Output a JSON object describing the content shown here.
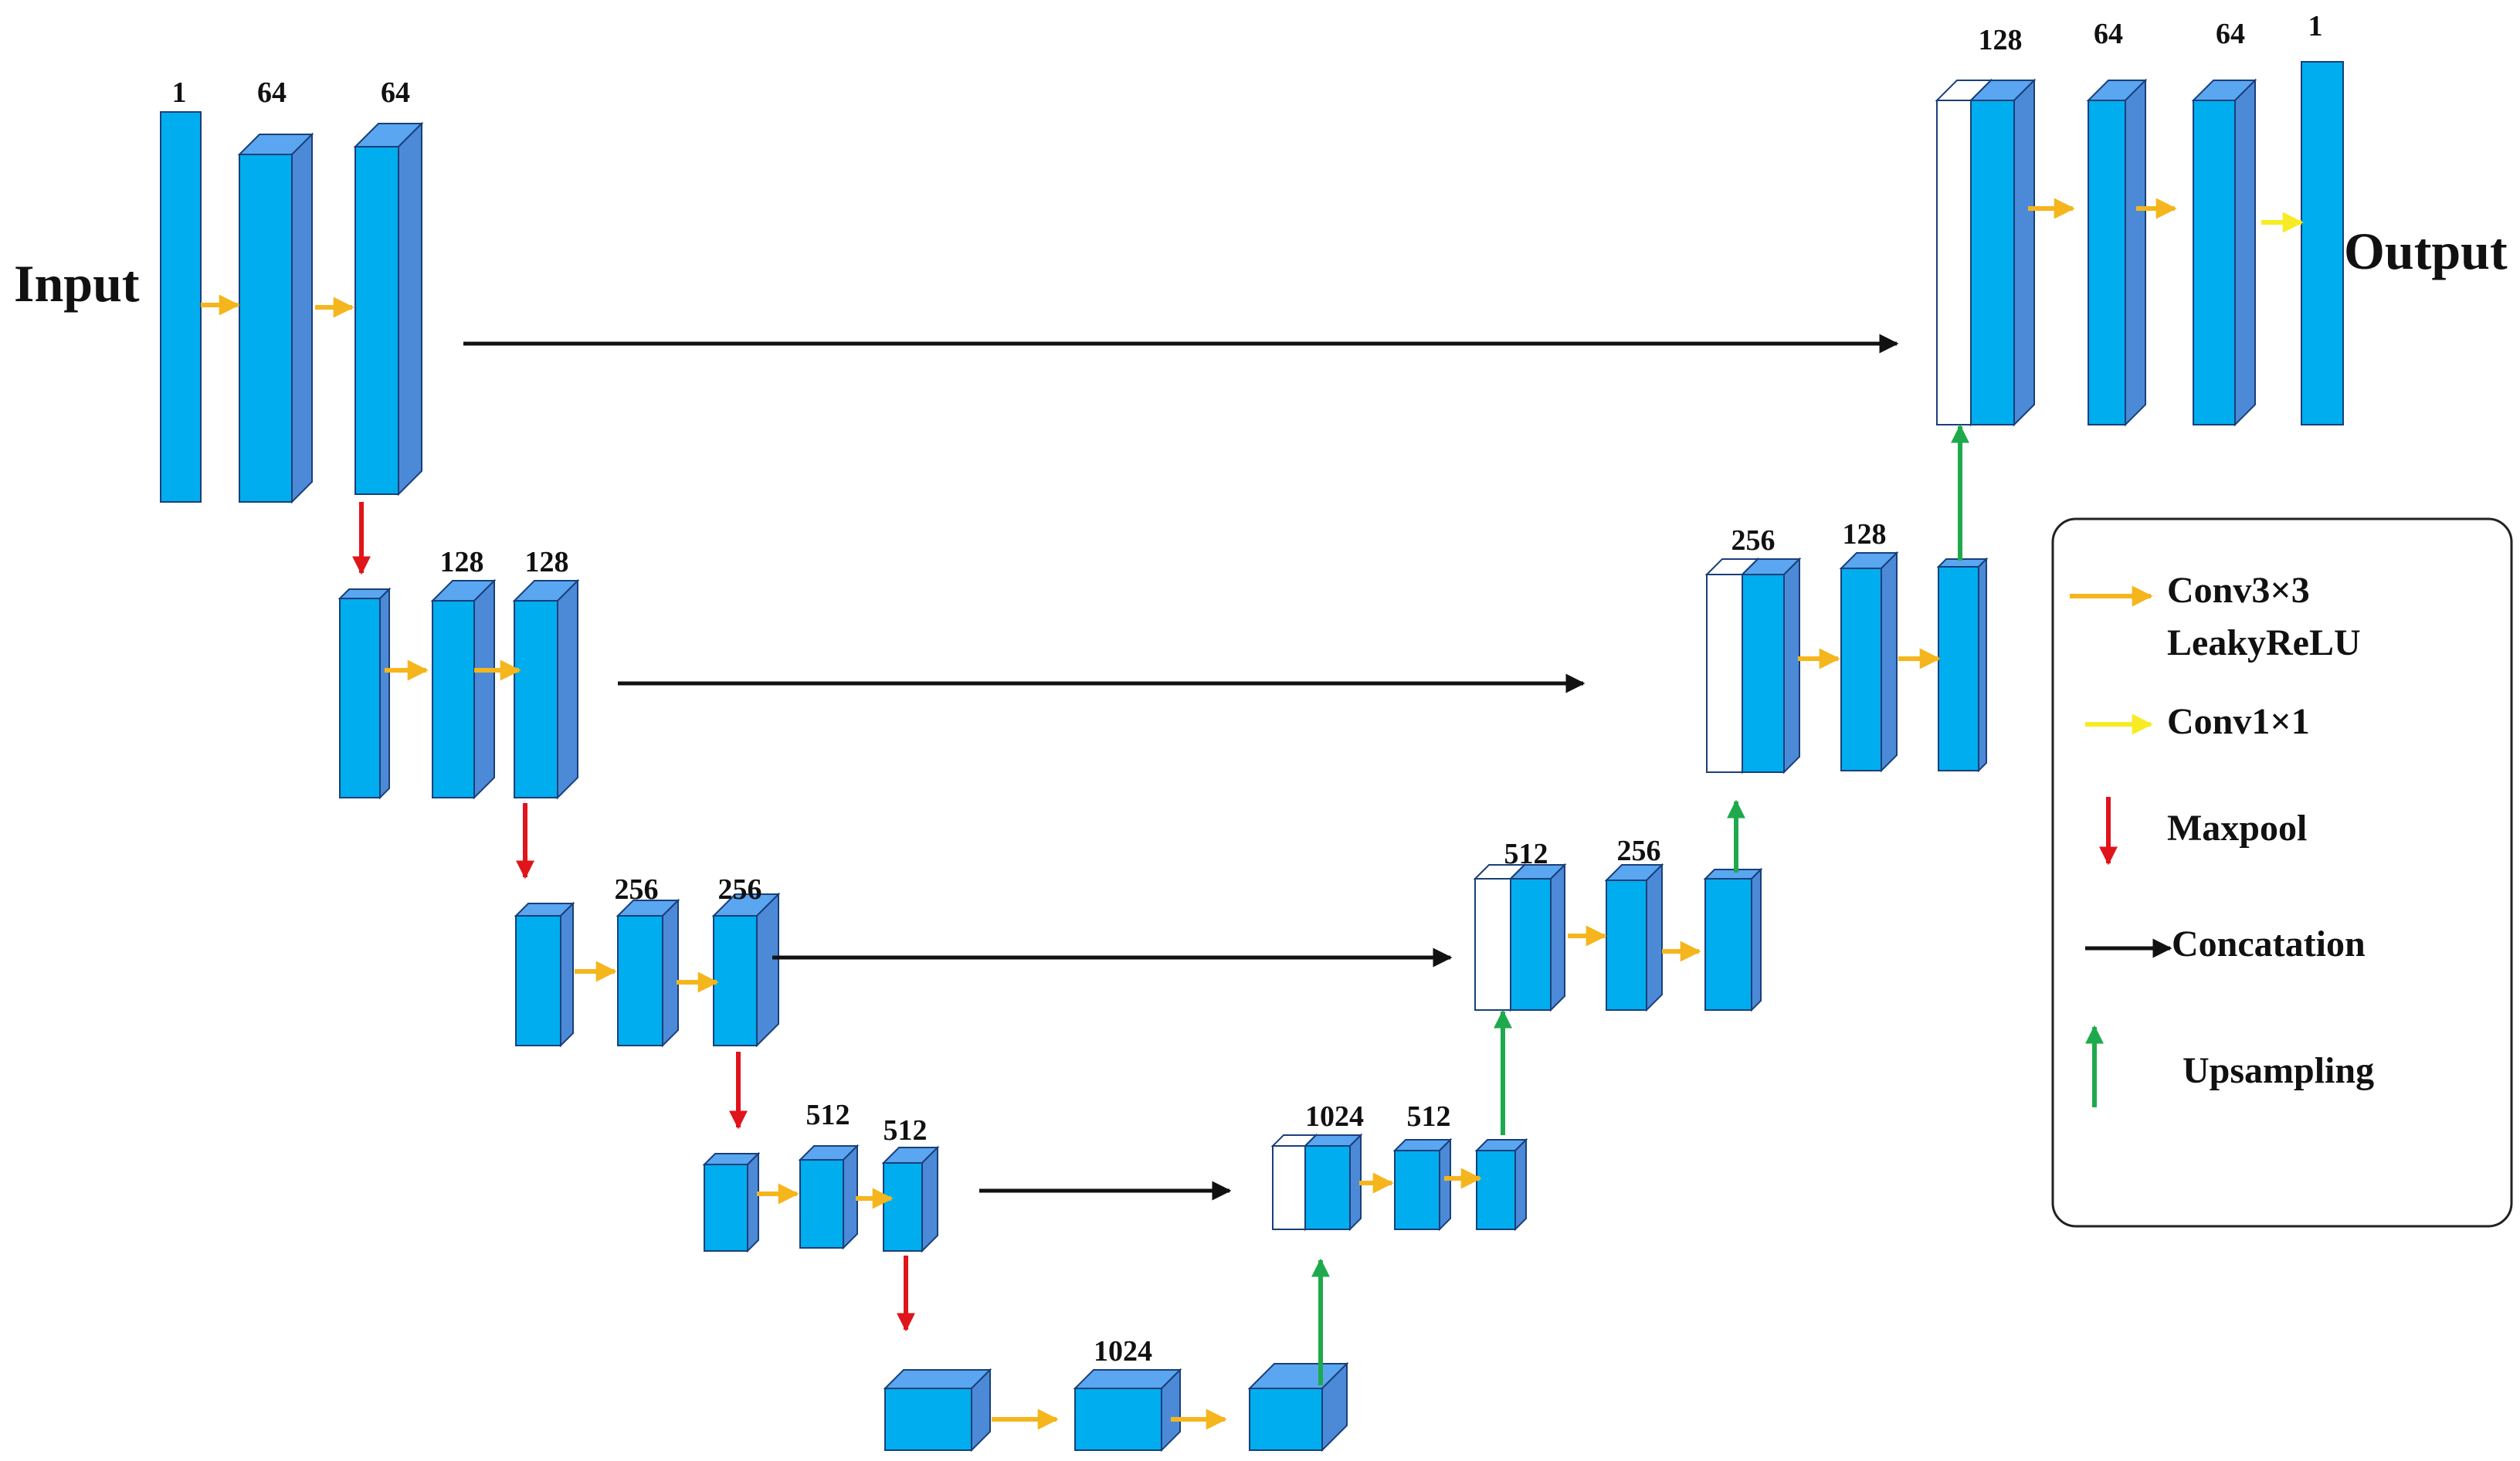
{
  "labels": {
    "input": "Input",
    "output": "Output"
  },
  "channels": {
    "e1a": "1",
    "e1b": "64",
    "e1c": "64",
    "e2b": "128",
    "e2c": "128",
    "e3b": "256",
    "e3c": "256",
    "e4b": "512",
    "e4c": "512",
    "bottleneck": "1024",
    "d4a": "1024",
    "d4b": "512",
    "d3a": "512",
    "d3b": "256",
    "d2a": "256",
    "d2b": "128",
    "d1a": "128",
    "d1b": "64",
    "d1c": "64",
    "d1d": "1"
  },
  "legend": {
    "conv3_line1": "Conv3×3",
    "conv3_line2": "LeakyReLU",
    "conv1": "Conv1×1",
    "maxpool": "Maxpool",
    "concat": "Concatation",
    "upsampling": "Upsampling"
  },
  "colors": {
    "block_front": "#00adee",
    "block_side": "#4c8ad8",
    "block_top": "#5aa6f0",
    "outline": "#1a3f7a",
    "conv3x3_arrow": "#f5b51c",
    "conv1x1_arrow": "#f7ec23",
    "maxpool_arrow": "#e0141b",
    "concat_arrow": "#111111",
    "upsampling_arrow": "#1eaa4c"
  }
}
